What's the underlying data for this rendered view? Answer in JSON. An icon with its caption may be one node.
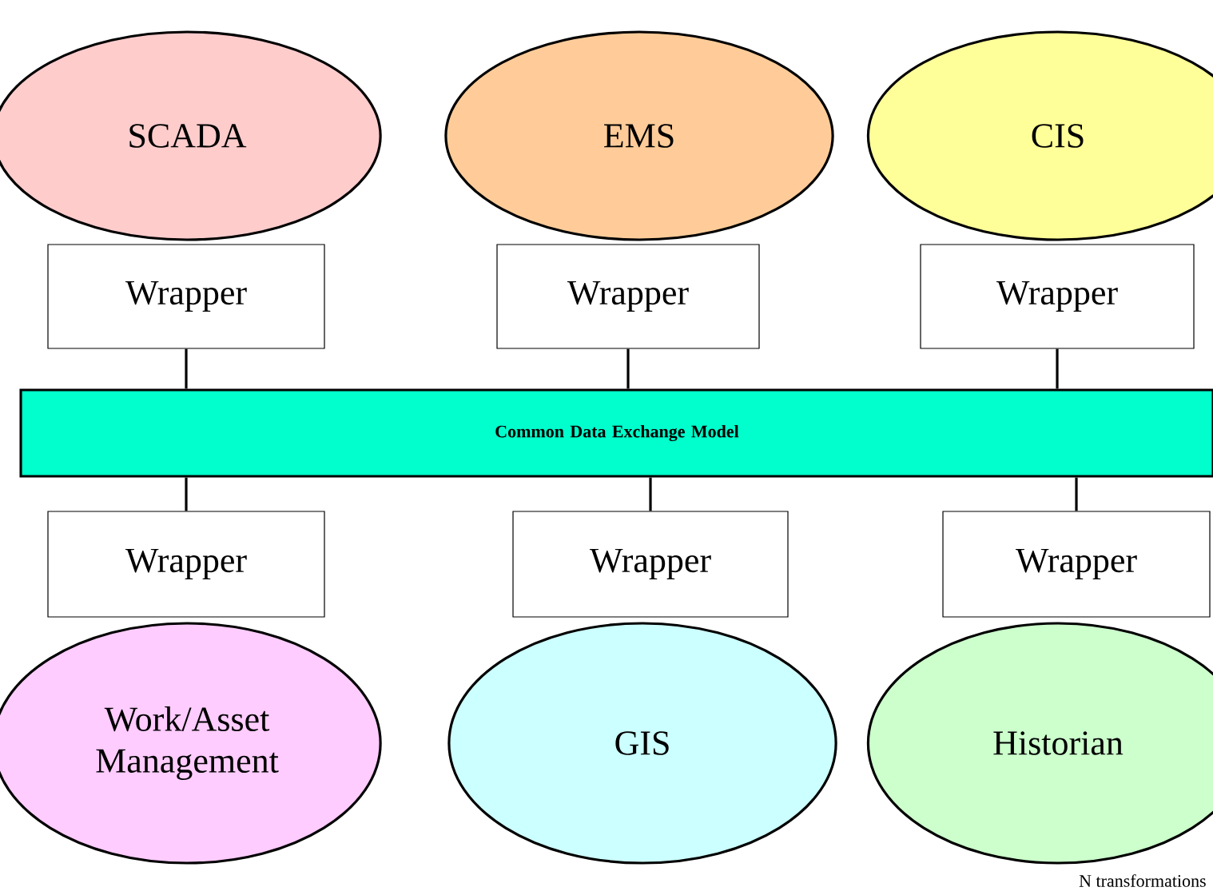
{
  "diagram": {
    "nodes": [
      {
        "text": [
          "SCADA"
        ]
      },
      {
        "text": [
          "EMS"
        ]
      },
      {
        "text": [
          "CIS"
        ]
      },
      {
        "text": [
          "Wrapper"
        ]
      },
      {
        "text": [
          "Wrapper"
        ]
      },
      {
        "text": [
          "Wrapper"
        ]
      },
      {
        "text": [
          "Common Data Exchange Model"
        ]
      },
      {
        "text": [
          "Wrapper"
        ]
      },
      {
        "text": [
          "Wrapper"
        ]
      },
      {
        "text": [
          "Wrapper"
        ]
      },
      {
        "text": [
          "Work/Asset Management"
        ]
      },
      {
        "text": [
          "GIS"
        ]
      },
      {
        "text": [
          "Historian"
        ]
      }
    ],
    "edges": [
      {
        "from": 3,
        "to": 6,
        "arrow": "none"
      },
      {
        "from": 4,
        "to": 6,
        "arrow": "none"
      },
      {
        "from": 5,
        "to": 6,
        "arrow": "none"
      },
      {
        "from": 6,
        "to": 7,
        "arrow": "none"
      },
      {
        "from": 6,
        "to": 8,
        "arrow": "none"
      },
      {
        "from": 6,
        "to": 9,
        "arrow": "none"
      }
    ],
    "labels": [
      "N transformations"
    ]
  }
}
